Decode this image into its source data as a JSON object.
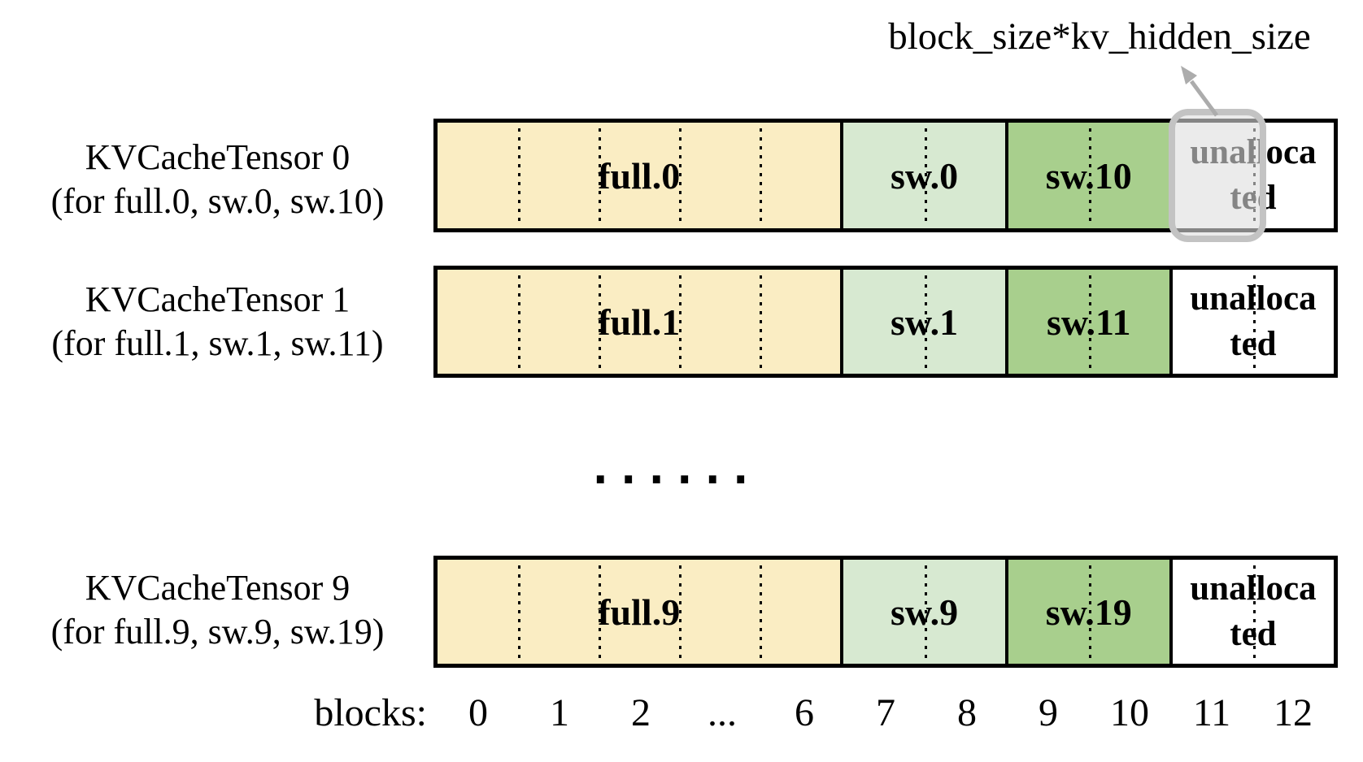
{
  "annotation": {
    "label": "block_size*kv_hidden_size"
  },
  "tensors": [
    {
      "name": "KVCacheTensor 0",
      "scope": "(for full.0, sw.0, sw.10)",
      "segments": [
        {
          "label": "full.0"
        },
        {
          "label": "sw.0"
        },
        {
          "label": "sw.10"
        },
        {
          "label": "unallocated",
          "lines": [
            "unalloca",
            "ted"
          ]
        }
      ]
    },
    {
      "name": "KVCacheTensor 1",
      "scope": "(for full.1, sw.1, sw.11)",
      "segments": [
        {
          "label": "full.1"
        },
        {
          "label": "sw.1"
        },
        {
          "label": "sw.11"
        },
        {
          "label": "unallocated",
          "lines": [
            "unalloca",
            "ted"
          ]
        }
      ]
    },
    {
      "name": "KVCacheTensor 9",
      "scope": "(for full.9, sw.9, sw.19)",
      "segments": [
        {
          "label": "full.9"
        },
        {
          "label": "sw.9"
        },
        {
          "label": "sw.19"
        },
        {
          "label": "unallocated",
          "lines": [
            "unalloca",
            "ted"
          ]
        }
      ]
    }
  ],
  "ellipsis_dots": "......",
  "blocks_axis": {
    "label": "blocks:",
    "ticks": [
      "0",
      "1",
      "2",
      "...",
      "6",
      "7",
      "8",
      "9",
      "10",
      "11",
      "12"
    ]
  },
  "colors": {
    "full": "#FAEDC3",
    "sw_light": "#D7E9D1",
    "sw_dark": "#A8CF8D",
    "unallocated": "#FFFFFF",
    "highlight_border": "#C3C3C3",
    "highlight_fill": "rgba(221,221,221,0.6)",
    "arrow": "#ACACAC"
  }
}
